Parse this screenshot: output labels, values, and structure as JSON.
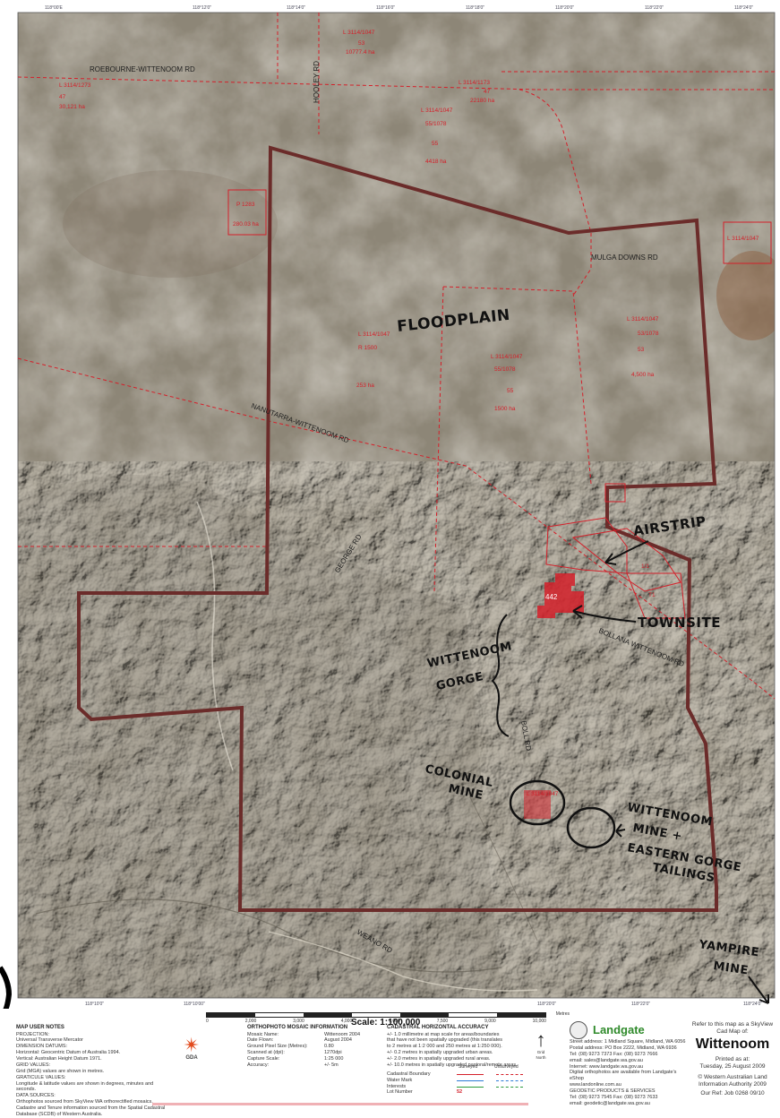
{
  "map": {
    "roads": [
      "ROEBOURNE-WITTENOOM RD",
      "HOOLEY RD",
      "MULGA DOWNS RD",
      "NANUTARRA-WITTENOOM RD",
      "GEORGE RD",
      "BOLLANA WITTENOOM RD",
      "BOLL RD",
      "WEANO RD"
    ],
    "lots_red": [
      "L 3114/1047",
      "53",
      "10777.4 ha",
      "L 3114/1173",
      "47",
      "22180 ha",
      "L 3114/1273",
      "47",
      "30,121 ha",
      "P 1283",
      "280.03 ha",
      "L 3114/1047",
      "55/1078",
      "55",
      "4418 ha",
      "L 3114/1047",
      "L 3114/1047",
      "R 1500",
      "253 ha",
      "L 3114/1047",
      "55/1078",
      "55",
      "1500 ha",
      "L 3114/1047",
      "53/1078",
      "53",
      "4,500 ha",
      "442",
      "1/1",
      "T1",
      "L 3114/1047"
    ],
    "annotations": {
      "floodplain": "FLOODPLAIN",
      "airstrip": "AIRSTRIP",
      "townsite": "TOWNSITE",
      "wittenoom_gorge_1": "WITTENOOM",
      "wittenoom_gorge_2": "GORGE",
      "colonial_1": "COLONIAL",
      "colonial_2": "MINE",
      "witt_mine_1": "WITTENOOM",
      "witt_mine_2": "MINE +",
      "witt_mine_3": "EASTERN GORGE",
      "witt_mine_4": "TAILINGS",
      "yampire_1": "YAMPIRE",
      "yampire_2": "MINE"
    },
    "colors": {
      "boundary": "#6b2c2a",
      "cadastral": "#d4202a",
      "terrain": "#8e8574",
      "annotation": "#111111"
    }
  },
  "footer": {
    "map_user_notes": "MAP USER NOTES",
    "projection_lines": [
      "PROJECTION:",
      "Universal Transverse Mercator",
      "DIMENSION DATUMS:",
      "Horizontal: Geocentric Datum of Australia 1994.",
      "Vertical: Australian Height Datum 1971.",
      "GRID VALUES:",
      "Grid (MGA) values are shown in metres.",
      "GRATICULE VALUES:",
      "Longitude & latitude values are shown in degrees, minutes and seconds.",
      "DATA SOURCES:",
      "Orthophotos sourced from SkyView WA orthorectified mosaics.",
      "Cadastre and Tenure information sourced from the Spatial Cadastral Database (SCDB) of Western Australia."
    ],
    "gda_label": "GDA",
    "ortho_title": "ORTHOPHOTO MOSAIC INFORMATION",
    "ortho": [
      {
        "k": "Mosaic Name:",
        "v": "Wittenoom 2004"
      },
      {
        "k": "Date Flown:",
        "v": "August 2004"
      },
      {
        "k": "Ground Pixel Size (Metres):",
        "v": "0.80"
      },
      {
        "k": "Scanned at (dpi):",
        "v": "1270dpi"
      },
      {
        "k": "Capture Scale:",
        "v": "1:25 000"
      },
      {
        "k": "Accuracy:",
        "v": "+/- 5m"
      }
    ],
    "scale_title": "Scale: 1:100,000",
    "scale_ticks": [
      "0",
      "2,000",
      "3,000",
      "4,000",
      "6,000",
      "7,500",
      "9,000",
      "10,000"
    ],
    "scale_units": "Metres",
    "cadastral_title": "CADASTRAL HORIZONTAL ACCURACY",
    "cadastral_lines": [
      "+/- 1.0 millimetre at map scale for areas/boundaries",
      "that have not been spatially upgraded (this translates",
      "to 2 metres at 1:2 000 and 250 metres at 1:250 000).",
      "+/- 0.2 metres in spatially upgraded urban areas.",
      "+/- 2.0 metres in spatially upgraded rural areas.",
      "+/- 10.0 metres in spatially upgraded pastoral/remote areas."
    ],
    "legend_head_surveyed": "Surveyed",
    "legend_head_unsurveyed": "Unsurveyed",
    "legend": [
      "Cadastral Boundary",
      "Water Mark",
      "Interests",
      "Lot Number"
    ],
    "lot_number_sample": "52",
    "grid_north": "Grid North",
    "landgate_name": "Landgate",
    "landgate_address": [
      "Street address: 1 Midland Square, Midland, WA 6056",
      "Postal address: PO Box 2222, Midland, WA 6936",
      "Tel: (08) 9273 7373   Fax: (08) 9273 7666",
      "email: sales@landgate.wa.gov.au",
      "Internet: www.landgate.wa.gov.au",
      "Digital orthophotos are available from Landgate's eShop",
      "www.landonline.com.au",
      "GEODETIC PRODUCTS & SERVICES",
      "Tel: (08) 9273 7545   Fax: (08) 9273 7633",
      "email: geodetic@landgate.wa.gov.au"
    ],
    "refer_text": "Refer to this map as a SkyView Cad Map of:",
    "map_name": "Wittenoom",
    "printed_as_at": "Printed as at:",
    "printed_date": "Tuesday, 25 August 2009",
    "copyright": "© Western Australian Land Information Authority 2009",
    "our_ref": "Our Ref: Job 0268 09/10"
  }
}
